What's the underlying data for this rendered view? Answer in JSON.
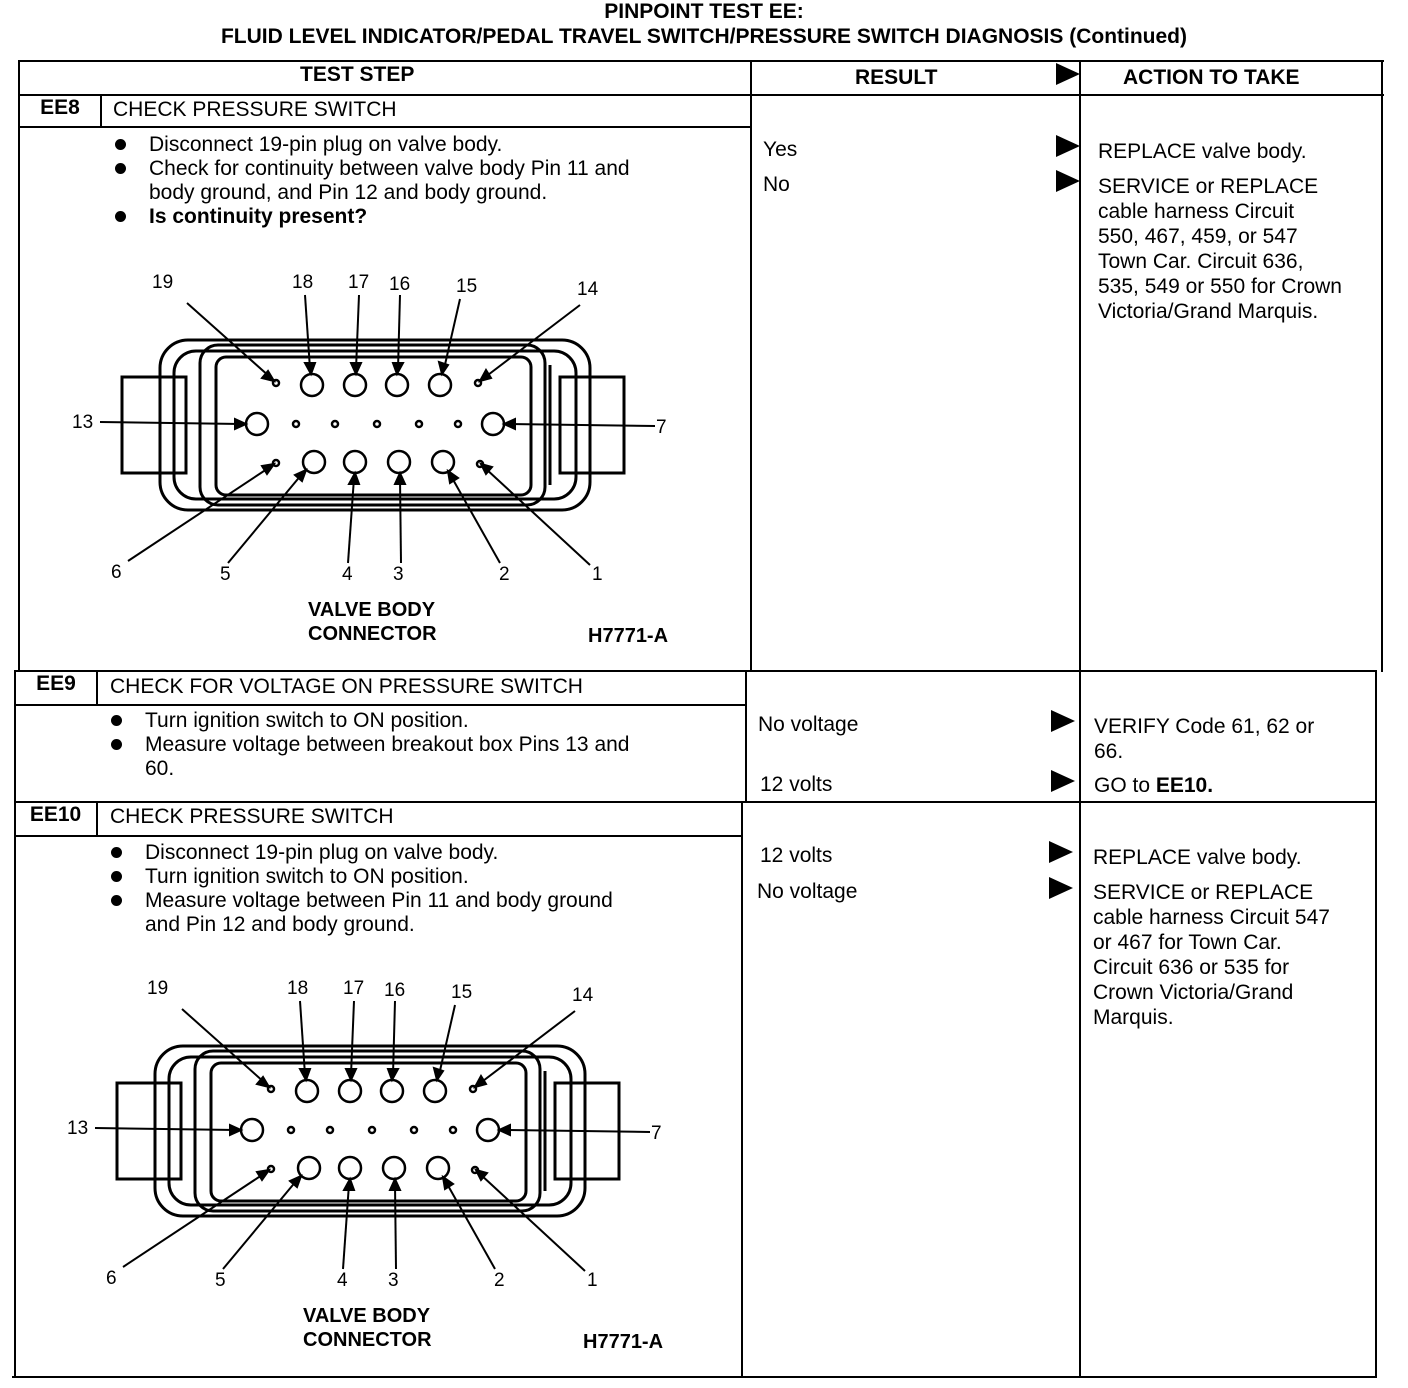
{
  "header": {
    "title_line1": "PINPOINT TEST EE:",
    "title_line2": "FLUID LEVEL INDICATOR/PEDAL TRAVEL SWITCH/PRESSURE SWITCH DIAGNOSIS (Continued)"
  },
  "columns": {
    "test_step": "TEST STEP",
    "result": "RESULT",
    "action": "ACTION TO TAKE"
  },
  "ee8": {
    "id": "EE8",
    "title": "CHECK PRESSURE SWITCH",
    "bullets": [
      "Disconnect 19-pin plug on valve body.",
      "Check for continuity between valve body Pin 11 and",
      "body ground, and Pin 12 and body ground.",
      "Is continuity present?"
    ],
    "results": [
      "Yes",
      "No"
    ],
    "actions": [
      "REPLACE valve body.",
      "SERVICE or REPLACE\ncable harness Circuit\n550, 467, 459, or 547\nTown Car. Circuit 636,\n535, 549 or 550 for Crown\nVictoria/Grand Marquis."
    ]
  },
  "ee9": {
    "id": "EE9",
    "title": "CHECK FOR VOLTAGE ON PRESSURE SWITCH",
    "bullets": [
      "Turn ignition switch to ON position.",
      "Measure voltage between breakout box Pins 13 and",
      "60."
    ],
    "results": [
      "No voltage",
      "12 volts"
    ],
    "actions": [
      "VERIFY Code 61, 62 or\n66.",
      "GO to ",
      "EE10."
    ]
  },
  "ee10": {
    "id": "EE10",
    "title": "CHECK PRESSURE SWITCH",
    "bullets": [
      "Disconnect 19-pin plug on valve body.",
      "Turn ignition switch to ON position.",
      "Measure voltage between Pin 11 and body ground",
      "and Pin 12 and body ground."
    ],
    "results": [
      "12 volts",
      "No voltage"
    ],
    "actions": [
      "REPLACE valve body.",
      "SERVICE or REPLACE\ncable harness Circuit 547\nor 467 for Town Car.\nCircuit 636 or 535 for\nCrown Victoria/Grand\nMarquis."
    ]
  },
  "diagram": {
    "caption_line1": "VALVE BODY",
    "caption_line2": "CONNECTOR",
    "figure_id": "H7771-A",
    "pin_labels": [
      "19",
      "18",
      "17",
      "16",
      "15",
      "14",
      "13",
      "7",
      "6",
      "5",
      "4",
      "3",
      "2",
      "1"
    ]
  }
}
